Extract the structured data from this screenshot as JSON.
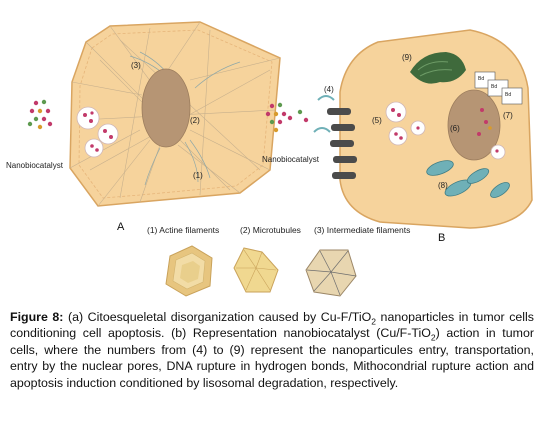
{
  "figure": {
    "panel_a_label": "A",
    "panel_b_label": "B",
    "nano_label_left": "Nanobiocatalyst",
    "nano_label_right": "Nanobiocatalyst",
    "markers_a": {
      "m1": "(1)",
      "m2": "(2)",
      "m3": "(3)"
    },
    "markers_b": {
      "m4": "(4)",
      "m5": "(5)",
      "m6": "(6)",
      "m7": "(7)",
      "m8": "(8)",
      "m9": "(9)"
    },
    "dna_tags": [
      "Bd",
      "Bd",
      "Bd"
    ],
    "legend": {
      "item1": "(1) Actine filaments",
      "item2": "(2) Microtubules",
      "item3": "(3) Intermediate filaments"
    },
    "colors": {
      "cell_fill": "#f6d39c",
      "cell_stroke": "#d9a561",
      "nucleus": "#b69574",
      "golgi": "#3f6a3c",
      "mito": "#6fb0b7",
      "vesicle_dot": "#c23a6a",
      "filament": "#c7b08d"
    }
  },
  "caption": {
    "bold_label": "Figure 8:",
    "text_1": " (a) Citoesqueletal disorganization caused by Cu-F/TiO",
    "sub_1": "2",
    "text_2": " nanoparticles in tumor cells conditioning cell apoptosis. (b) Representation nanobiocatalyst (Cu/F-TiO",
    "sub_2": "2",
    "text_3": ") action in tumor cells, where the numbers from (4) to (9) represent the nanoparticules entry, transportation, entry by the nuclear pores, DNA rupture in hydrogen bonds, Mithocondrial rupture action and apoptosis induction conditioned by lisosomal degradation, respectively."
  }
}
